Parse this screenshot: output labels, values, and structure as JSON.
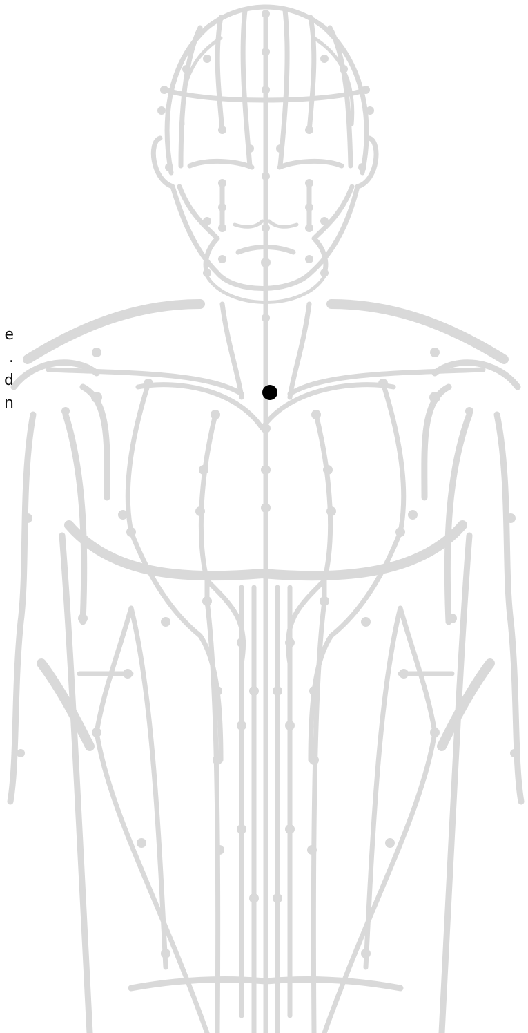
{
  "diagram": {
    "figure": "front-torso-meridian-chart",
    "line_color": "#d9d9d9",
    "highlight_color": "#000000",
    "highlight_point": "sternum-upper-point"
  },
  "side_text": {
    "fragments": [
      "e",
      ".",
      "d",
      "",
      "n"
    ]
  }
}
